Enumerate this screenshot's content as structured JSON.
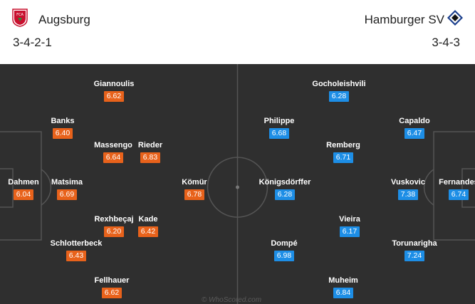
{
  "home": {
    "name": "Augsburg",
    "formation": "3-4-2-1",
    "crest_icon": "augsburg-crest-icon",
    "players": [
      {
        "name": "Giannoulis",
        "rating": "6.62"
      },
      {
        "name": "Banks",
        "rating": "6.40"
      },
      {
        "name": "Massengo",
        "rating": "6.64"
      },
      {
        "name": "Rieder",
        "rating": "6.83"
      },
      {
        "name": "Dahmen",
        "rating": "6.04"
      },
      {
        "name": "Matsima",
        "rating": "6.69"
      },
      {
        "name": "Kömür",
        "rating": "6.78"
      },
      {
        "name": "Rexhbeçaj",
        "rating": "6.20"
      },
      {
        "name": "Kade",
        "rating": "6.42"
      },
      {
        "name": "Schlotterbeck",
        "rating": "6.43"
      },
      {
        "name": "Fellhauer",
        "rating": "6.62"
      }
    ]
  },
  "away": {
    "name": "Hamburger SV",
    "formation": "3-4-3",
    "crest_icon": "hamburg-crest-icon",
    "players": [
      {
        "name": "Gocholeishvili",
        "rating": "6.28"
      },
      {
        "name": "Philippe",
        "rating": "6.68"
      },
      {
        "name": "Capaldo",
        "rating": "6.47"
      },
      {
        "name": "Remberg",
        "rating": "6.71"
      },
      {
        "name": "Königsdörffer",
        "rating": "6.28"
      },
      {
        "name": "Vuskovic",
        "rating": "7.38"
      },
      {
        "name": "Fernandes",
        "rating": "6.74"
      },
      {
        "name": "Vieira",
        "rating": "6.17"
      },
      {
        "name": "Dompé",
        "rating": "6.98"
      },
      {
        "name": "Torunarigha",
        "rating": "7.24"
      },
      {
        "name": "Muheim",
        "rating": "6.84"
      }
    ]
  },
  "colors": {
    "home_rating": "#e8621b",
    "away_rating": "#1d8ee6",
    "pitch": "#2f2f2f",
    "lines": "#555555"
  },
  "watermark": "© WhoScored.com"
}
